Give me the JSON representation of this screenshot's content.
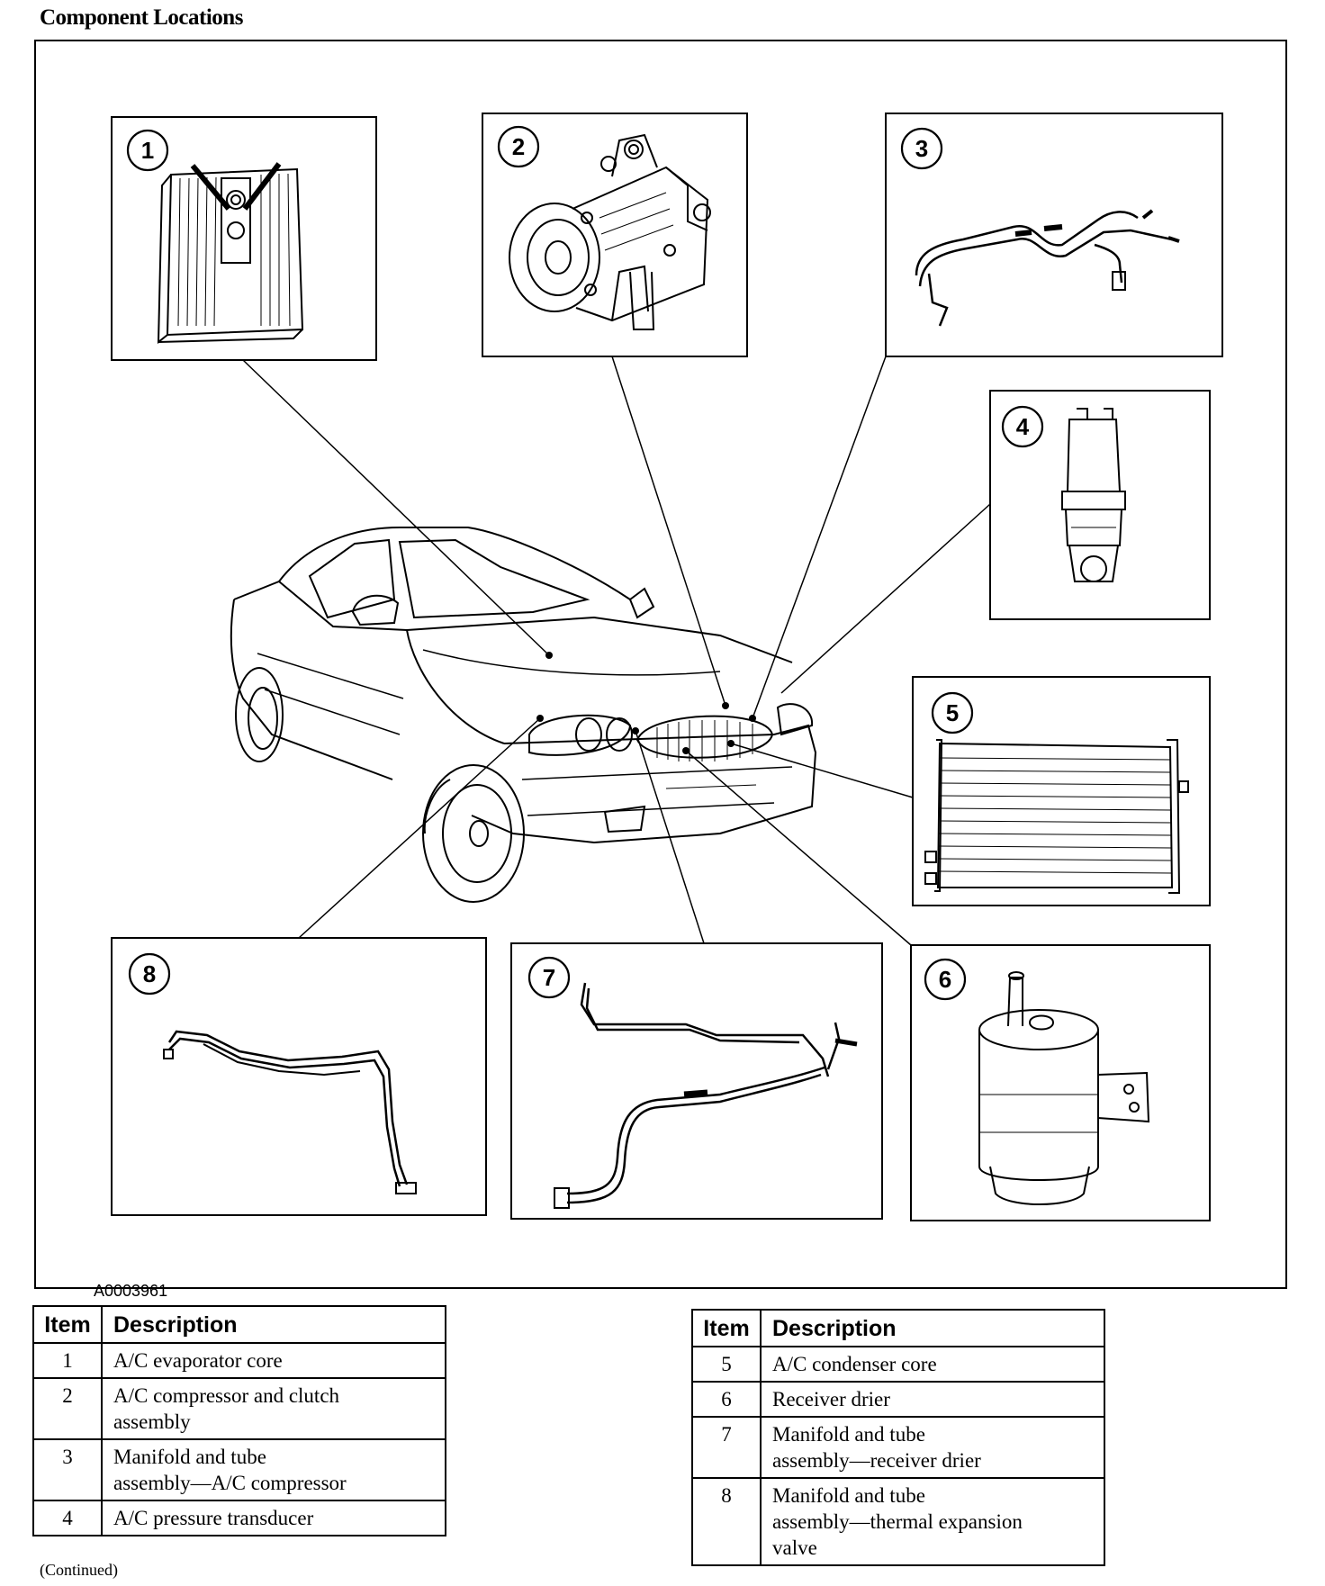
{
  "title": "Component Locations",
  "figure_id": "A0003961",
  "callouts": [
    "1",
    "2",
    "3",
    "4",
    "5",
    "6",
    "7",
    "8"
  ],
  "table_left": {
    "headers": {
      "item": "Item",
      "description": "Description"
    },
    "rows": [
      {
        "item": "1",
        "lines": [
          "A/C evaporator core"
        ]
      },
      {
        "item": "2",
        "lines": [
          "A/C compressor and clutch",
          "assembly"
        ]
      },
      {
        "item": "3",
        "lines": [
          "Manifold and tube",
          "assembly—A/C compressor"
        ]
      },
      {
        "item": "4",
        "lines": [
          "A/C pressure transducer"
        ]
      }
    ]
  },
  "table_right": {
    "headers": {
      "item": "Item",
      "description": "Description"
    },
    "rows": [
      {
        "item": "5",
        "lines": [
          "A/C condenser core"
        ]
      },
      {
        "item": "6",
        "lines": [
          "Receiver drier"
        ]
      },
      {
        "item": "7",
        "lines": [
          "Manifold and tube",
          "assembly—receiver drier"
        ]
      },
      {
        "item": "8",
        "lines": [
          "Manifold and tube",
          "assembly—thermal expansion",
          "valve"
        ]
      }
    ]
  },
  "continued": "(Continued)"
}
